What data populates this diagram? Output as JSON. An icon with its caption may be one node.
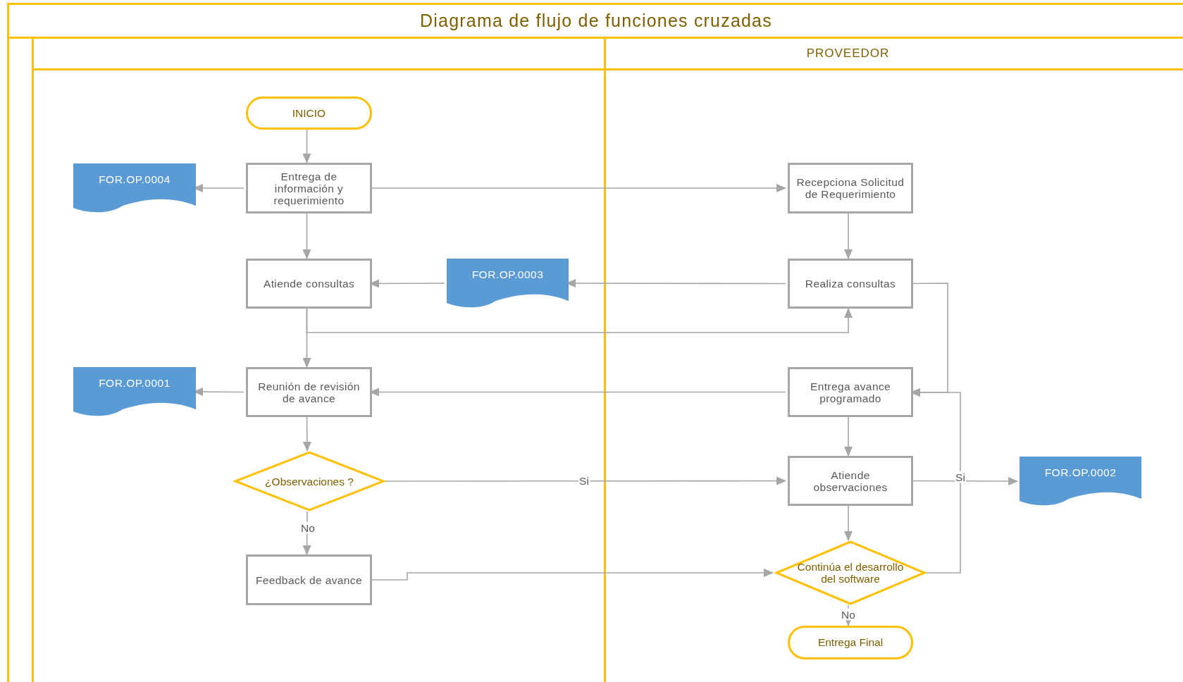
{
  "diagram": {
    "title": "Diagrama de flujo de funciones cruzadas",
    "nodes": [
      {
        "text": [],
        "shape": "box"
      },
      {
        "text": [
          "PROVEEDOR"
        ]
      },
      {
        "text": [
          "INICIO"
        ],
        "in": 0
      },
      {
        "text": [
          "FOR.OP.0004"
        ],
        "in": 0
      },
      {
        "text": [
          "Entrega de información y requerimiento"
        ],
        "in": 0
      },
      {
        "text": [
          "Recepciona Solicitud de Requerimiento"
        ],
        "in": 1
      },
      {
        "text": [
          "Atiende consultas"
        ],
        "in": 0
      },
      {
        "text": [
          "FOR.OP.0003"
        ],
        "in": 0
      },
      {
        "text": [
          "Realiza consultas"
        ],
        "in": 1
      },
      {
        "text": [
          "FOR.OP.0001"
        ],
        "in": 0
      },
      {
        "text": [
          "Reunión de revisión de avance"
        ],
        "in": 0
      },
      {
        "text": [
          "Entrega avance programado"
        ],
        "in": 1
      },
      {
        "text": [
          "¿Observaciones ?"
        ],
        "in": 0
      },
      {
        "text": [
          "Atiende observaciones"
        ],
        "in": 1
      },
      {
        "text": [
          "FOR.OP.0002"
        ],
        "in": 1
      },
      {
        "text": [
          "Feedback de avance"
        ],
        "in": 0
      },
      {
        "text": [
          "Continúa el desarrollo del software"
        ],
        "in": 1
      },
      {
        "text": [
          "Entrega Final"
        ],
        "in": 1
      }
    ],
    "edges": [
      {
        "from": 2,
        "to": 4,
        "arrow": "to"
      },
      {
        "from": 4,
        "to": 3,
        "arrow": "to"
      },
      {
        "from": 4,
        "to": 5,
        "arrow": "to"
      },
      {
        "from": 5,
        "to": 8,
        "arrow": "to"
      },
      {
        "from": 4,
        "to": 6,
        "arrow": "to"
      },
      {
        "from": 8,
        "to": 7,
        "arrow": "to"
      },
      {
        "from": 7,
        "to": 6,
        "arrow": "to"
      },
      {
        "from": 6,
        "to": 10,
        "arrow": "to"
      },
      {
        "from": 6,
        "to": 8,
        "arrow": "to"
      },
      {
        "from": 10,
        "to": 9,
        "arrow": "to"
      },
      {
        "from": 11,
        "to": 10,
        "arrow": "to"
      },
      {
        "from": 10,
        "to": 12,
        "arrow": "to"
      },
      {
        "from": 12,
        "to": 13,
        "arrow": "to",
        "label": "Si"
      },
      {
        "from": 12,
        "to": 15,
        "arrow": "to",
        "label": "No"
      },
      {
        "from": 11,
        "to": 13,
        "arrow": "to"
      },
      {
        "from": 13,
        "to": 16,
        "arrow": "to"
      },
      {
        "from": 13,
        "to": 14,
        "arrow": "to"
      },
      {
        "from": 15,
        "to": 16,
        "arrow": "to"
      },
      {
        "from": 16,
        "to": 17,
        "arrow": "to",
        "label": "No"
      },
      {
        "from": 16,
        "to": 11,
        "arrow": "to",
        "label": "Si"
      },
      {
        "from": 8,
        "to": 11,
        "arrow": "to"
      }
    ]
  }
}
